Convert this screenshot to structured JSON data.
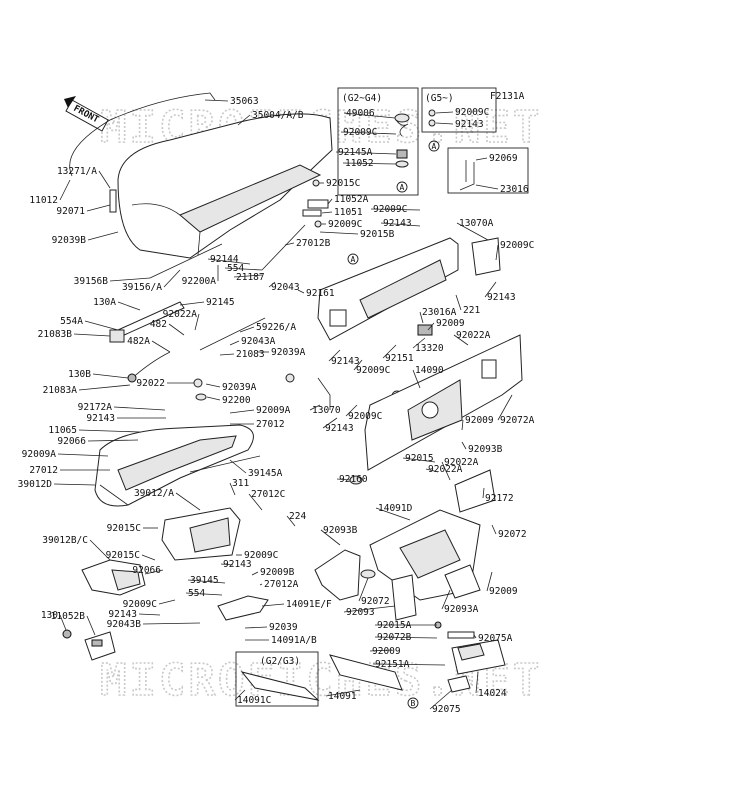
{
  "figure_code": "F2131A",
  "front_marker": "FRONT",
  "watermark": "MICROFICHES.NET",
  "callouts": {
    "group_g2_g4": "(G2~G4)",
    "group_g5": "(G5~)",
    "group_g2_g3": "(G2/G3)",
    "ref_a": "A",
    "ref_b": "B"
  },
  "parts": [
    "35063",
    "35004/A/B",
    "13271/A",
    "11012",
    "92071",
    "92039B",
    "92015C",
    "11052A",
    "11051",
    "92009C",
    "92015B",
    "39156B",
    "39156/A",
    "92200A",
    "92144",
    "554",
    "27012B",
    "21187",
    "92043",
    "92161",
    "130A",
    "92145",
    "554A",
    "21083B",
    "482",
    "92022A",
    "482A",
    "59226/A",
    "92043A",
    "21083",
    "92039A",
    "130B",
    "21083A",
    "92022",
    "92039A",
    "92200",
    "92172A",
    "92143",
    "11065",
    "92009A",
    "27012",
    "92066",
    "92009A",
    "27012",
    "39012D",
    "39145A",
    "39012/A",
    "311",
    "27012C",
    "224",
    "92015C",
    "39012B/C",
    "92015C",
    "92066",
    "92009C",
    "92009B",
    "92143",
    "39145",
    "27012A",
    "554",
    "92009C",
    "92143",
    "92043B",
    "14091E/F",
    "92039",
    "14091A/B",
    "130",
    "11052B",
    "14091C",
    "14091",
    "49006",
    "92009C",
    "92145A",
    "11052",
    "92009C",
    "92143",
    "92069",
    "23016",
    "92009C",
    "92143",
    "13070A",
    "92009C",
    "92143",
    "221",
    "23016A",
    "92009",
    "13320",
    "92022A",
    "92151",
    "92143",
    "92009C",
    "13070",
    "92143",
    "92009C",
    "14090",
    "92009",
    "92072A",
    "92093B",
    "92015",
    "92022A",
    "92022A",
    "92160",
    "92172",
    "14091D",
    "92072",
    "92093B",
    "92072",
    "92093",
    "92009",
    "92093A",
    "92015A",
    "92072B",
    "92075A",
    "92151A",
    "92009",
    "14024",
    "92075"
  ]
}
